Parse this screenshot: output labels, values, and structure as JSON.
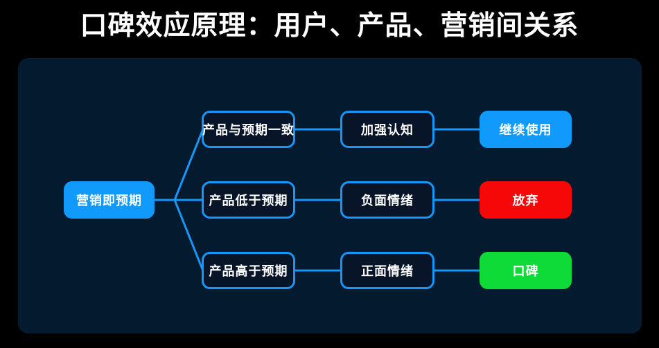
{
  "title": "口碑效应原理：用户、产品、营销间关系",
  "colors": {
    "background": "#000000",
    "panel": "#041a2e",
    "line": "#1697fb",
    "blue": "#109bfc",
    "red": "#f70808",
    "green": "#0edb38",
    "text": "#ffffff"
  },
  "diagram": {
    "root": {
      "label": "营销即预期"
    },
    "rows": [
      {
        "branch": "产品与预期一致",
        "middle": "加强认知",
        "result": "继续使用",
        "result_color": "#109bfc"
      },
      {
        "branch": "产品低于预期",
        "middle": "负面情绪",
        "result": "放弃",
        "result_color": "#f70808"
      },
      {
        "branch": "产品高于预期",
        "middle": "正面情绪",
        "result": "口碑",
        "result_color": "#0edb38"
      }
    ]
  }
}
